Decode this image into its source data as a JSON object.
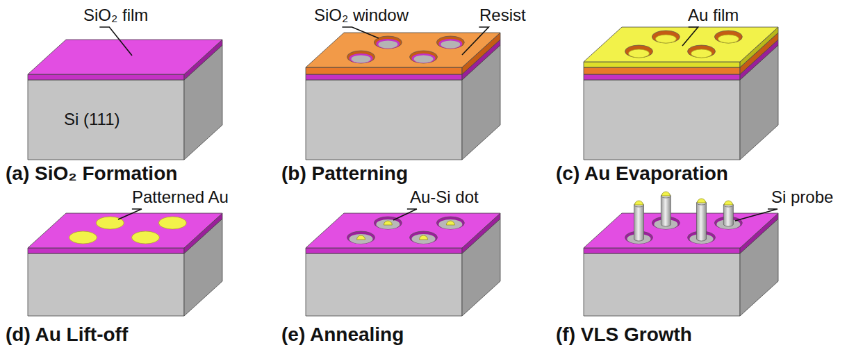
{
  "diagram": {
    "labels": [
      "SiO₂ film",
      "SiO₂ window",
      "Resist",
      "Au film",
      "Si (111)",
      "(a) SiO₂ Formation",
      "(b) Patterning",
      "(c) Au Evaporation",
      "Patterned Au",
      "Au-Si dot",
      "Si probe",
      "(d) Au Lift-off",
      "(e) Annealing",
      "(f) VLS Growth"
    ]
  }
}
